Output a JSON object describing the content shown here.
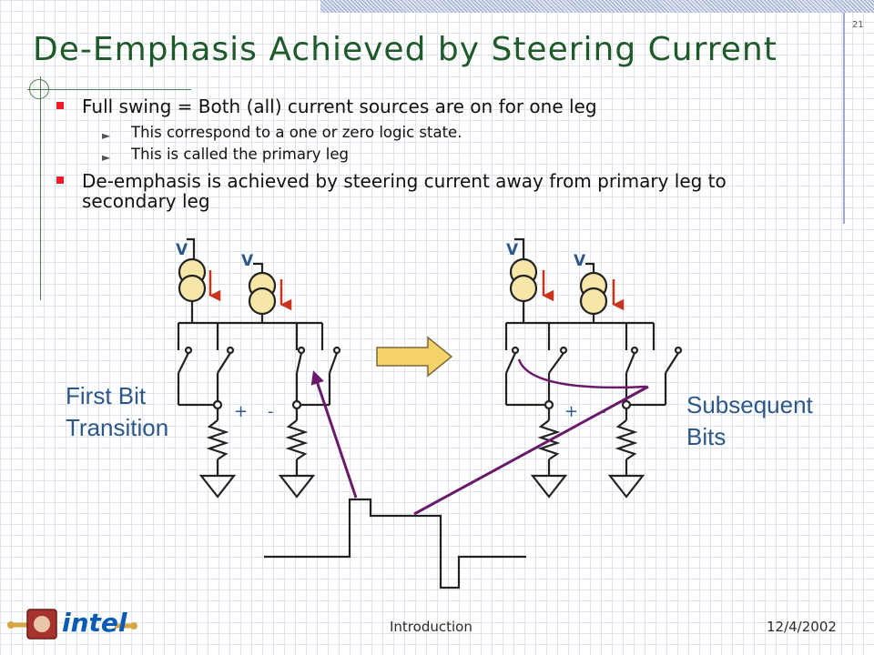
{
  "slide": {
    "number": "21",
    "title": "De-Emphasis Achieved by Steering Current"
  },
  "bullets": [
    {
      "text": "Full swing = Both (all) current sources are on for one leg",
      "sub": [
        "This correspond to a one or zero logic state.",
        "This is called the primary leg"
      ]
    },
    {
      "text": "De-emphasis is achieved by steering current away from primary leg to secondary leg",
      "sub": []
    }
  ],
  "diagram": {
    "supply_label": "V",
    "plus_label": "+",
    "minus_label": "-",
    "left_caption": [
      "First Bit",
      "Transition"
    ],
    "right_caption": [
      "Subsequent",
      "Bits"
    ]
  },
  "footer": {
    "section": "Introduction",
    "date": "12/4/2002",
    "logo_text": "intel"
  },
  "colors": {
    "title": "#1f5a2b",
    "bullet_marker": "#ee1c25",
    "caption": "#2c5788",
    "current_arrow": "#c9341e",
    "pointer": "#6b1a6b",
    "source_fill": "#f6e7a8",
    "transition_arrow": "#f5d36a"
  }
}
